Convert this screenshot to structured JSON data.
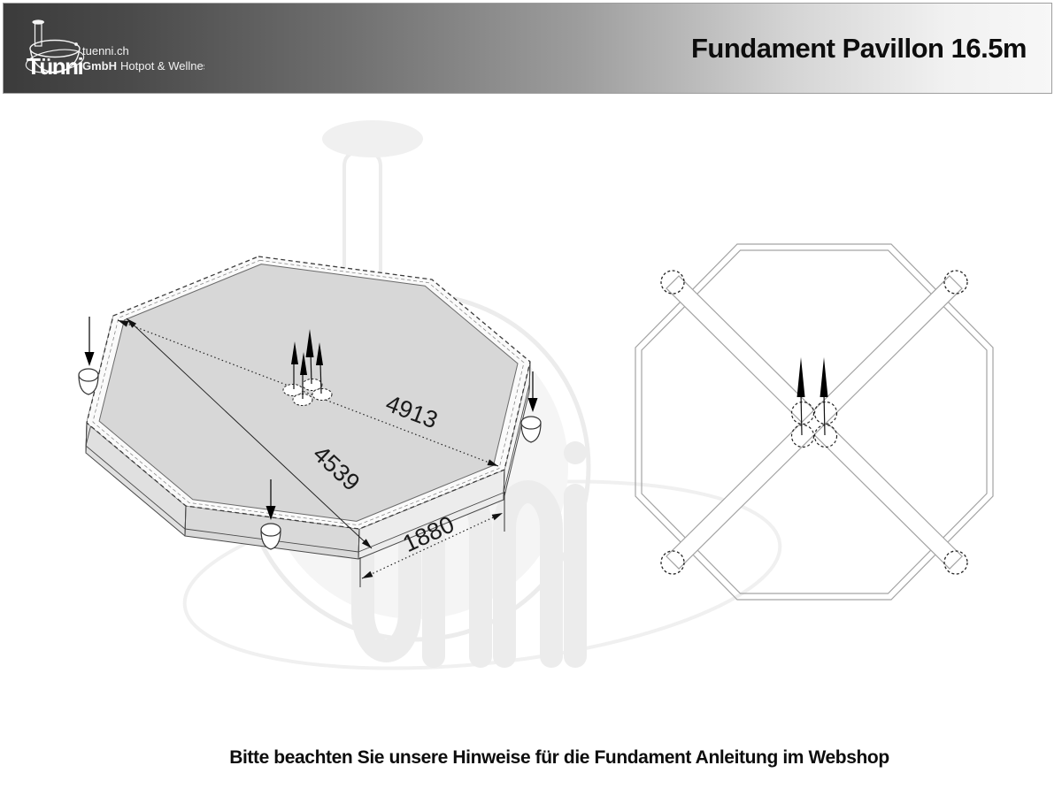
{
  "header": {
    "title": "Fundament Pavillon 16.5m",
    "logo": {
      "brand": "Tünni",
      "domain": "tuenni.ch",
      "company_bold": "GmbH",
      "company_rest": "Hotpot & Wellness"
    }
  },
  "diagram": {
    "labels": {
      "diagonal": "4913",
      "across": "4539",
      "edge": "1880"
    },
    "views": {
      "left": "isometric-foundation-slab",
      "right": "top-view-foundation-frame"
    }
  },
  "footer": {
    "note": "Bitte beachten Sie unsere Hinweise für die Fundament Anleitung im Webshop"
  },
  "colors": {
    "header_gradient_start": "#3b3b3b",
    "header_gradient_end": "#f7f7f7",
    "slab_top": "#d7d7d7",
    "line": "#3a3a3a",
    "watermark": "#ececec"
  }
}
